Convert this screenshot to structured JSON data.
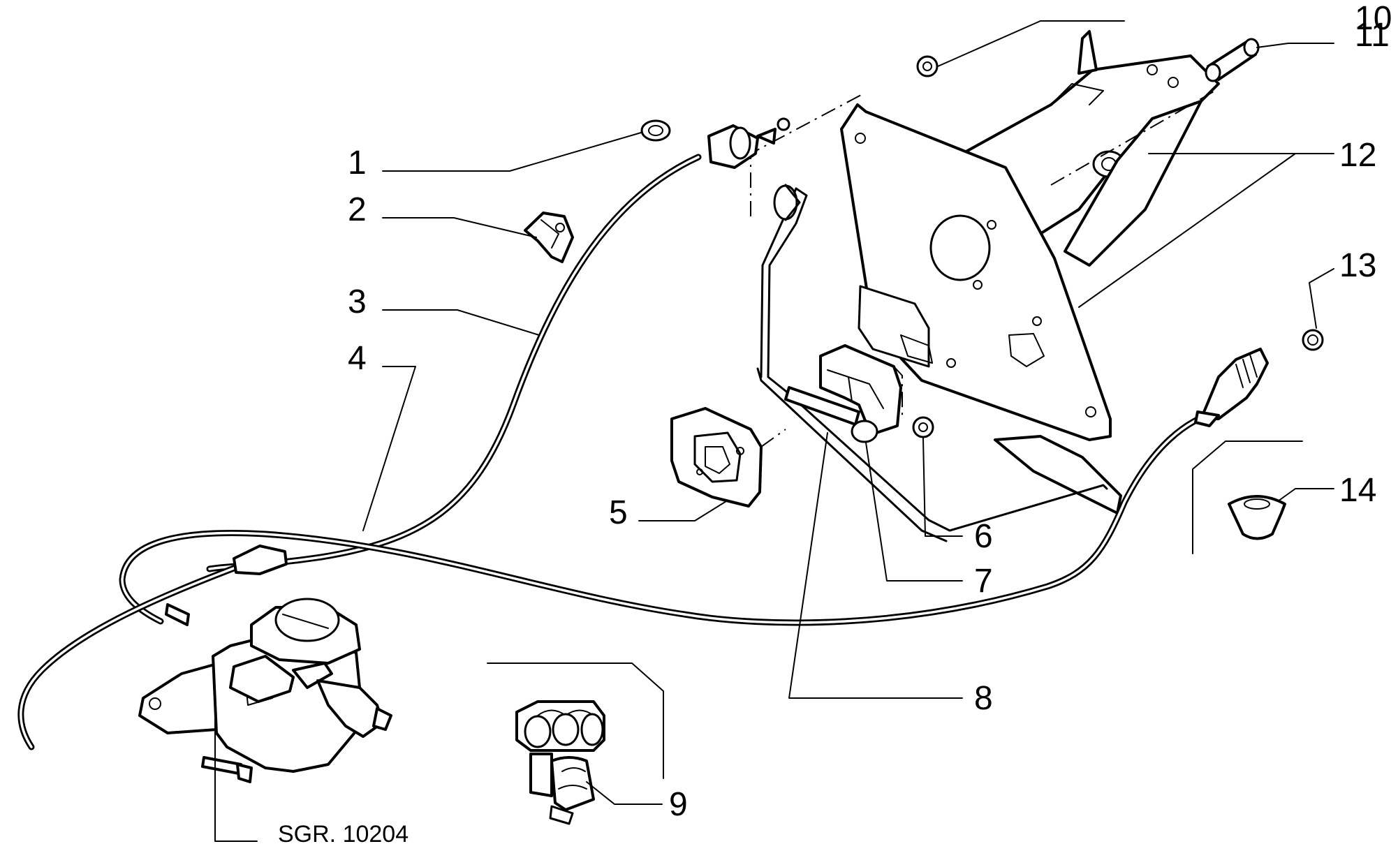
{
  "callouts": [
    {
      "id": "1",
      "label": "1"
    },
    {
      "id": "2",
      "label": "2"
    },
    {
      "id": "3",
      "label": "3"
    },
    {
      "id": "4",
      "label": "4"
    },
    {
      "id": "5",
      "label": "5"
    },
    {
      "id": "6",
      "label": "6"
    },
    {
      "id": "7",
      "label": "7"
    },
    {
      "id": "8",
      "label": "8"
    },
    {
      "id": "9",
      "label": "9"
    },
    {
      "id": "10",
      "label": "10"
    },
    {
      "id": "11",
      "label": "11"
    },
    {
      "id": "12",
      "label": "12"
    },
    {
      "id": "13",
      "label": "13"
    },
    {
      "id": "14",
      "label": "14"
    }
  ],
  "reference": {
    "label": "SGR. 10204"
  }
}
